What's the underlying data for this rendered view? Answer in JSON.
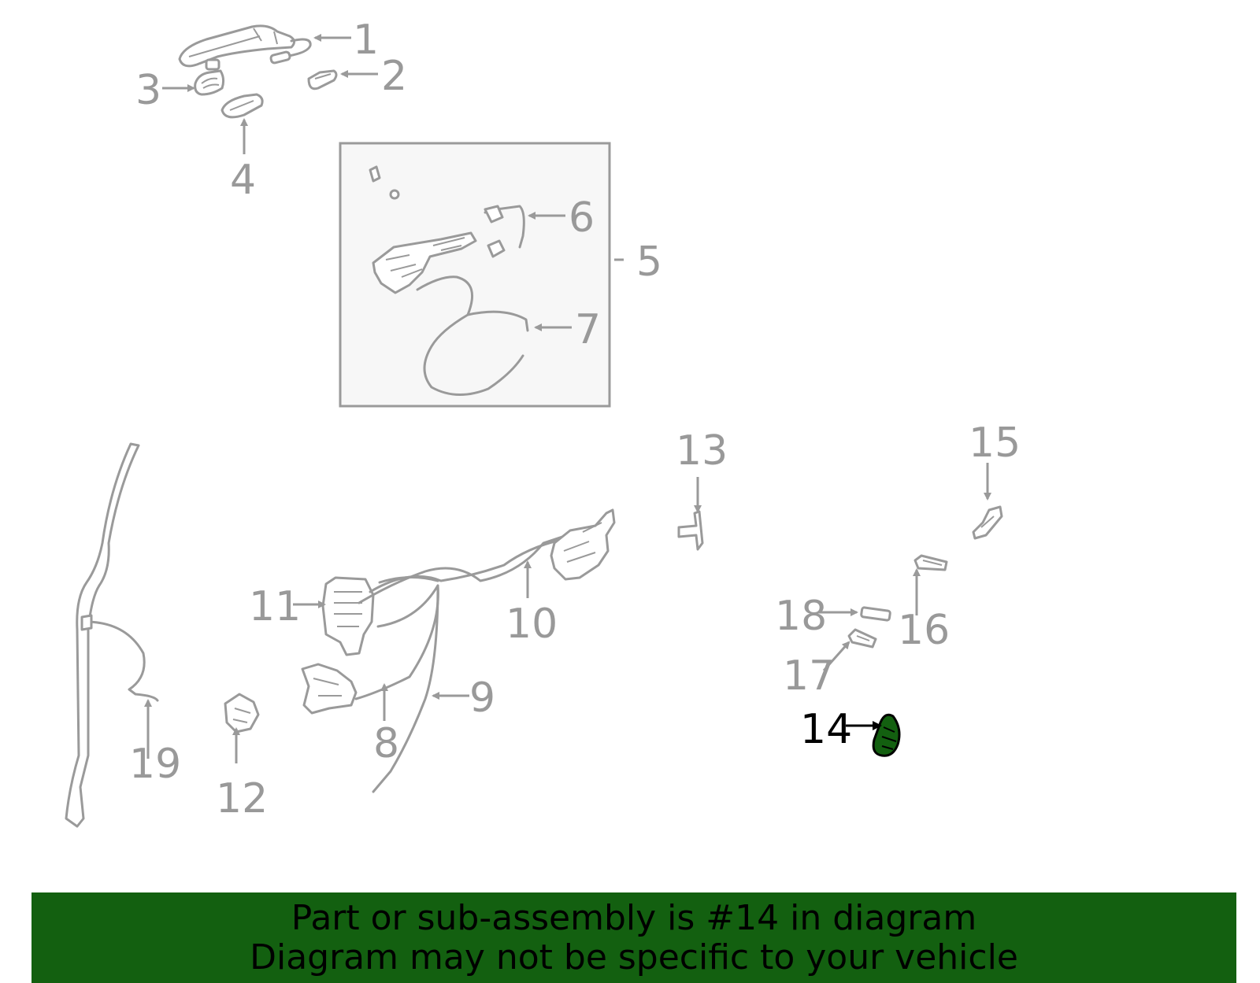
{
  "diagram": {
    "highlight_color": "#136010",
    "line_color": "#9a9a9a",
    "highlighted_callout": "14",
    "callouts": [
      "1",
      "2",
      "3",
      "4",
      "5",
      "6",
      "7",
      "8",
      "9",
      "10",
      "11",
      "12",
      "13",
      "14",
      "15",
      "16",
      "17",
      "18",
      "19"
    ]
  },
  "banner": {
    "background": "#136010",
    "line1": "Part or sub-assembly is #14 in diagram",
    "line2": "Diagram may not be specific to your vehicle"
  }
}
